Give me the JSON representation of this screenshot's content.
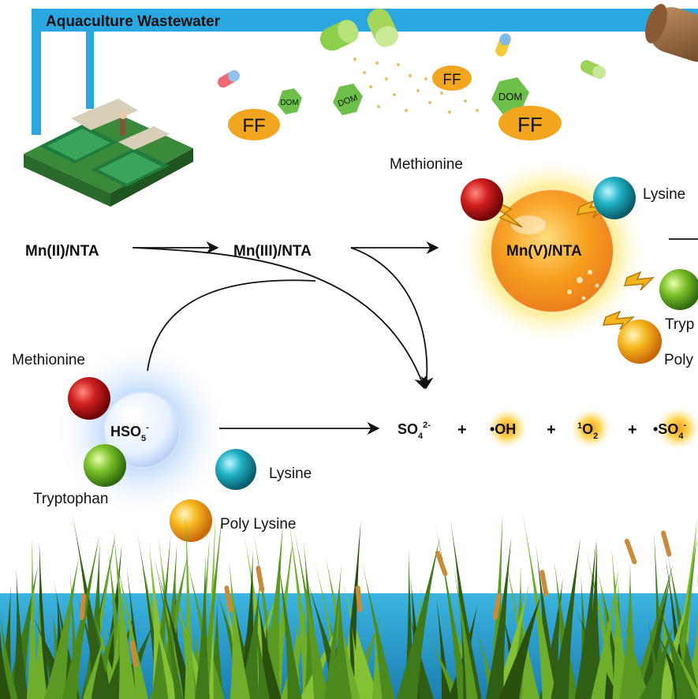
{
  "header": {
    "title": "Aquaculture  Wastewater"
  },
  "pollutants": {
    "ff": "FF",
    "dom": "DOM"
  },
  "species": {
    "mn2": "Mn(II)/NTA",
    "mn3": "Mn(III)/NTA",
    "mn5": "Mn(V)/NTA",
    "hso5": "HSO",
    "hso5_sub": "5",
    "hso5_sup": "-"
  },
  "amino_acids": {
    "methionine": "Methionine",
    "lysine": "Lysine",
    "tryptophan": "Tryptophan",
    "poly_lysine": "Poly Lysine",
    "tryp_partial": "Tryp",
    "poly_partial": "Poly"
  },
  "products": {
    "so4": "SO",
    "so4_sub": "4",
    "so4_sup": "2-",
    "plus": "+",
    "oh": "•OH",
    "o2_sup": "1",
    "o2": "O",
    "o2_sub": "2",
    "so4_rad": "•SO",
    "so4_rad_sub": "4",
    "so4_rad_sup": "-"
  },
  "colors": {
    "frame_blue": "#2aa6e0",
    "water": "#2a9fd0",
    "ff_orange": "#f2a51f",
    "dom_green": "#6cc04a",
    "methionine": "#c8171b",
    "lysine": "#1aa7b8",
    "tryptophan": "#7cbf2a",
    "poly_lysine": "#f5b319",
    "mn5_glow": "#f7d11a",
    "hso5_glow": "#6aa8e8"
  }
}
